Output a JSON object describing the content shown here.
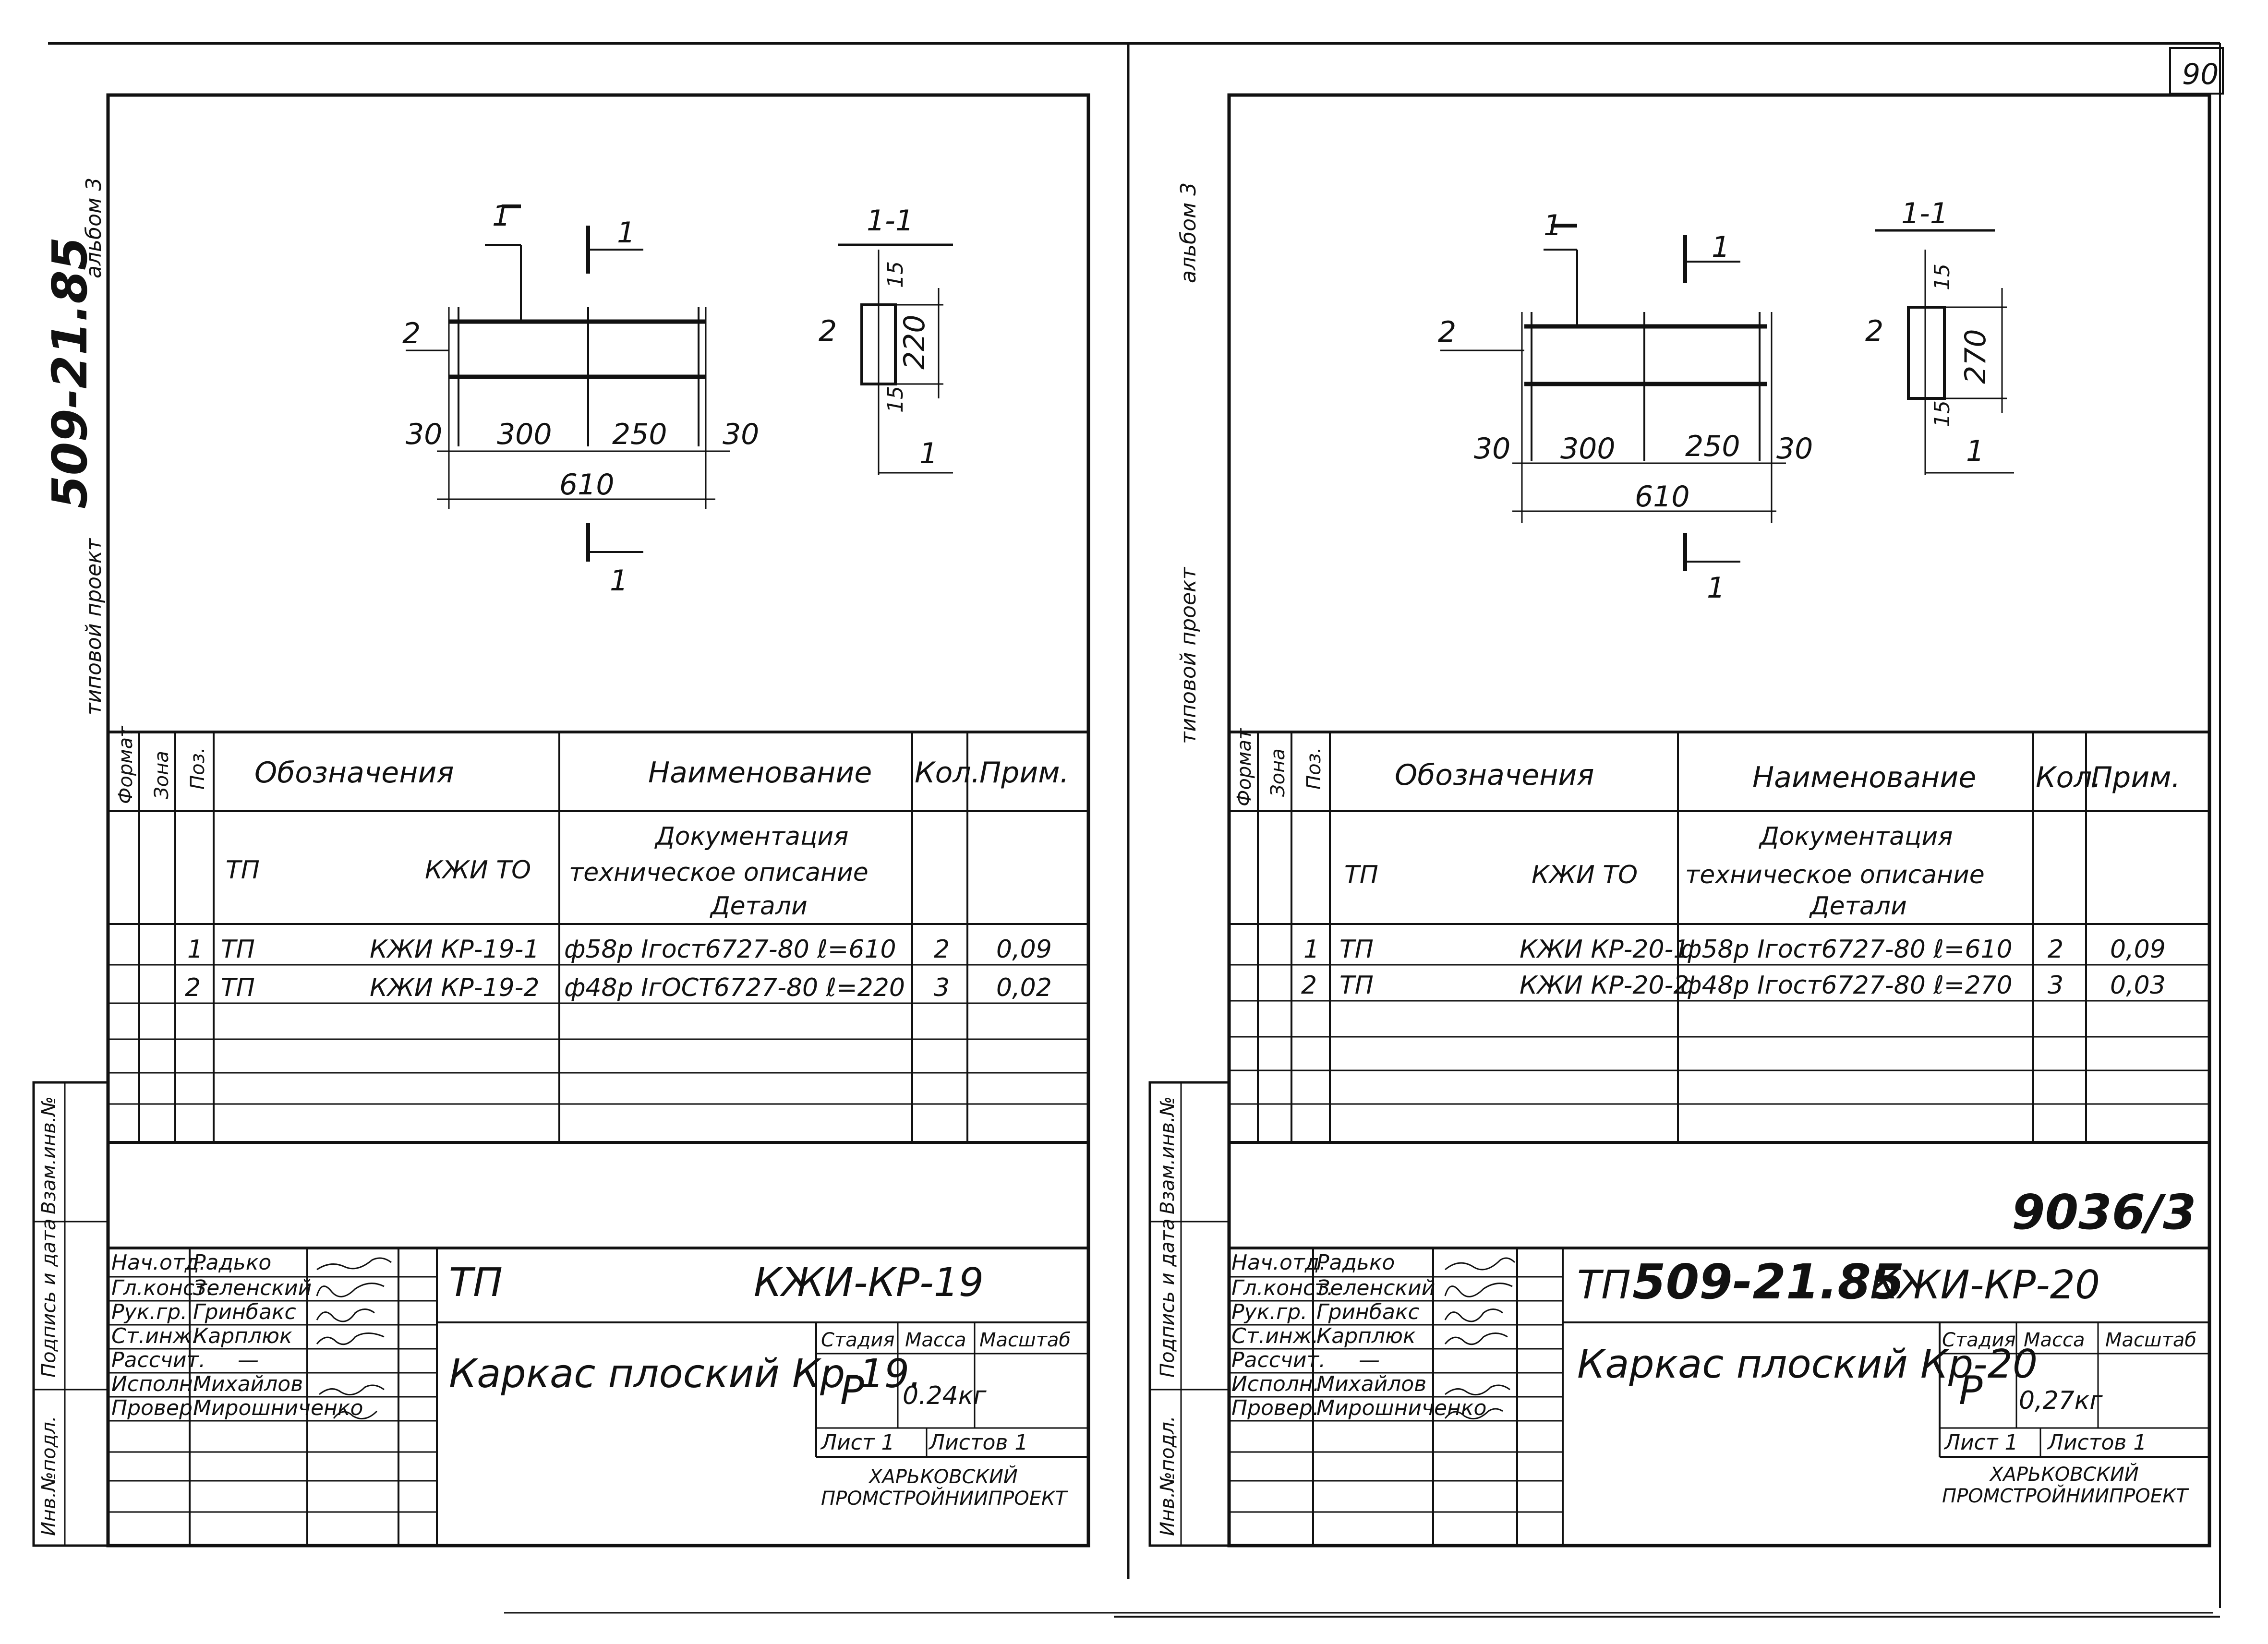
{
  "page_number": "90",
  "sheet_id": "9036/3",
  "left_sheet": {
    "spine_project_label": "типовой проект",
    "spine_project_code": "509-21.85",
    "spine_album": "альбом 3",
    "section_mark": "1",
    "section_label": "1-1",
    "pos_label": "2",
    "dims": {
      "edge_left": "30",
      "span1": "300",
      "span2": "250",
      "edge_right": "30",
      "total": "610",
      "top_cover": "15",
      "height": "220",
      "bottom_cover": "15"
    },
    "spec_headers": {
      "format": "Формат",
      "zone": "Зона",
      "pos": "Поз.",
      "designation": "Обозначения",
      "name": "Наименование",
      "qty": "Кол.",
      "note": "Прим."
    },
    "doc_row": {
      "tp": "ТП",
      "kzhi": "КЖИ ТО",
      "name_line1": "Документация",
      "name_line2": "техническое описание",
      "name_line3": "Детали"
    },
    "rows": [
      {
        "pos": "1",
        "tp": "ТП",
        "code": "КЖИ КР-19-1",
        "name": "ф58р Iгост6727-80 ℓ=610",
        "qty": "2",
        "note": "0,09"
      },
      {
        "pos": "2",
        "tp": "ТП",
        "code": "КЖИ КР-19-2",
        "name": "ф48р IгOCT6727-80 ℓ=220",
        "qty": "3",
        "note": "0,02"
      }
    ],
    "side_labels": {
      "inv_sub": "Взам.инв.№",
      "sign_date": "Подпись и дата",
      "inv_orig": "Инв.№подл."
    },
    "stamp": {
      "roles": [
        "Нач.отд.",
        "Гл.конст.",
        "Рук.гр.",
        "Ст.инж.",
        "Рассчит.",
        "Исполн.",
        "Провер."
      ],
      "names": [
        "Радько",
        "Зеленский",
        "Гринбакс",
        "Карплюк",
        "—",
        "Михайлов",
        "Мирошниченко"
      ],
      "doc_code_tp": "ТП",
      "doc_code": "КЖИ-КР-19",
      "title": "Каркас плоский Кр-19.",
      "stage_label": "Стадия",
      "mass_label": "Масса",
      "scale_label": "Масштаб",
      "stage": "Р",
      "mass": "0.24кг",
      "sheet_label": "Лист 1",
      "sheets_label": "Листов 1",
      "org_line1": "ХАРЬКОВСКИЙ",
      "org_line2": "ПРОМСТРОЙНИИПРОЕКТ"
    }
  },
  "right_sheet": {
    "spine_project_label": "типовой проект",
    "spine_album": "альбом 3",
    "section_mark": "1",
    "section_label": "1-1",
    "pos_label": "2",
    "dims": {
      "edge_left": "30",
      "span1": "300",
      "span2": "250",
      "edge_right": "30",
      "total": "610",
      "top_cover": "15",
      "height": "270",
      "bottom_cover": "15"
    },
    "spec_headers": {
      "format": "Формат",
      "zone": "Зона",
      "pos": "Поз.",
      "designation": "Обозначения",
      "name": "Наименование",
      "qty": "Кол.",
      "note": "Прим."
    },
    "doc_row": {
      "tp": "ТП",
      "kzhi": "КЖИ ТО",
      "name_line1": "Документация",
      "name_line2": "техническое описание",
      "name_line3": "Детали"
    },
    "rows": [
      {
        "pos": "1",
        "tp": "ТП",
        "code": "КЖИ КР-20-1",
        "name": "ф58р Iгост6727-80 ℓ=610",
        "qty": "2",
        "note": "0,09"
      },
      {
        "pos": "2",
        "tp": "ТП",
        "code": "КЖИ КР-20-2",
        "name": "ф48р Iгост6727-80 ℓ=270",
        "qty": "3",
        "note": "0,03"
      }
    ],
    "side_labels": {
      "inv_sub": "Взам.инв.№",
      "sign_date": "Подпись и дата",
      "inv_orig": "Инв.№подл."
    },
    "stamp": {
      "roles": [
        "Нач.отд.",
        "Гл.конст.",
        "Рук.гр.",
        "Ст.инж.",
        "Рассчит.",
        "Исполн.",
        "Провер."
      ],
      "names": [
        "Радько",
        "Зеленский",
        "Гринбакс",
        "Карплюк",
        "—",
        "Михайлов",
        "Мирошниченко"
      ],
      "doc_code_tp": "ТП",
      "doc_code_num": "509-21.85",
      "doc_code": "КЖИ-КР-20",
      "title": "Каркас плоский Кр-20",
      "stage_label": "Стадия",
      "mass_label": "Масса",
      "scale_label": "Масштаб",
      "stage": "Р",
      "mass": "0,27кг",
      "sheet_label": "Лист 1",
      "sheets_label": "Листов 1",
      "org_line1": "ХАРЬКОВСКИЙ",
      "org_line2": "ПРОМСТРОЙНИИПРОЕКТ"
    }
  }
}
